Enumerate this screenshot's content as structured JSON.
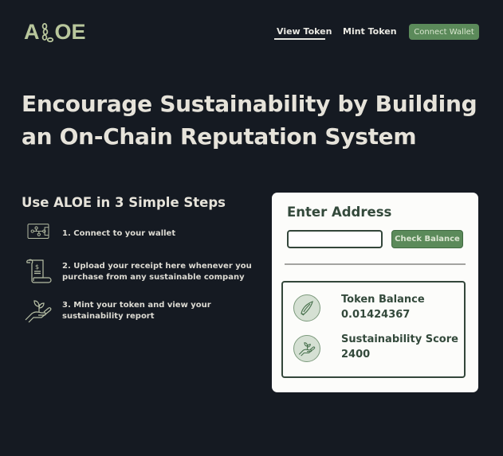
{
  "header": {
    "logo": {
      "left": "A",
      "right": "OE",
      "icon": "chain-icon"
    },
    "nav": [
      {
        "label": "View Token",
        "active": true
      },
      {
        "label": "Mint Token",
        "active": false
      }
    ],
    "connect_wallet_label": "Connect Wallet"
  },
  "hero": {
    "line1": "Encourage Sustainability by Building",
    "line2": "an On-Chain Reputation System"
  },
  "steps": {
    "title": "Use ALOE in 3 Simple Steps",
    "items": [
      {
        "icon": "wallet-icon",
        "line1": "1. Connect to your wallet",
        "line2": ""
      },
      {
        "icon": "receipt-icon",
        "line1": "2. Upload your receipt here whenever you",
        "line2": "purchase from any sustainable company"
      },
      {
        "icon": "hand-plant-icon",
        "line1": "3. Mint your token and view your",
        "line2": "sustainability report"
      }
    ]
  },
  "card": {
    "title": "Enter Address",
    "input": {
      "value": "",
      "placeholder": ""
    },
    "check_balance_label": "Check Balance",
    "results": [
      {
        "icon": "leaf-icon",
        "label": "Token Balance",
        "value": "0.01424367"
      },
      {
        "icon": "hand-plant-icon",
        "label": "Sustainability Score",
        "value": "2400"
      }
    ]
  },
  "colors": {
    "background": "#151a22",
    "accent_green": "#5b8a5a",
    "logo_green": "#b8c69c",
    "card_text_green": "#33493b",
    "card_bg": "#fcfcfa"
  }
}
